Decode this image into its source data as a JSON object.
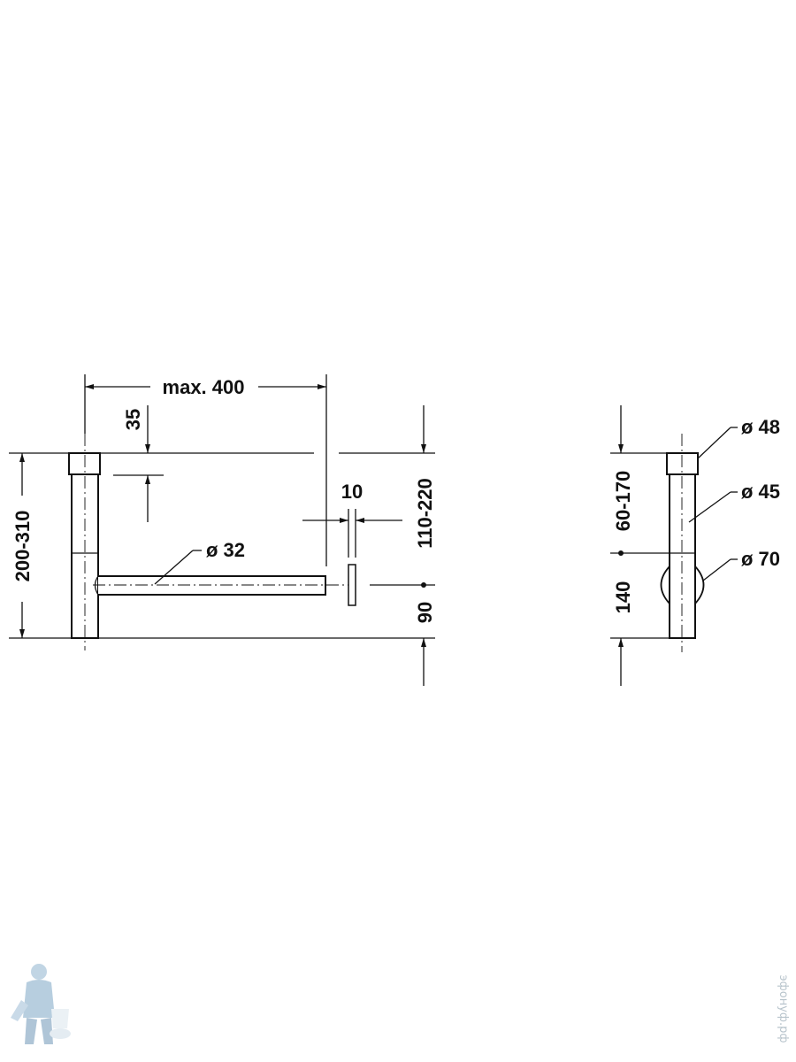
{
  "drawing": {
    "labels": {
      "max_width": "max. 400",
      "offset_top": "35",
      "wall_gap": "10",
      "diameter_branch": "ø 32",
      "height_left": "200-310",
      "height_right_upper": "110-220",
      "height_right_lower": "90"
    },
    "side_view": {
      "labels": {
        "diameter_top": "ø 48",
        "diameter_pipe": "ø 45",
        "diameter_bulge": "ø 70",
        "height_upper": "60-170",
        "height_lower": "140"
      }
    }
  },
  "watermark": {
    "text": "эфонуф.рф",
    "logo_icon": "plumber-logo-icon"
  },
  "colors": {
    "line": "#111111",
    "watermark": "#b8c4cc"
  }
}
